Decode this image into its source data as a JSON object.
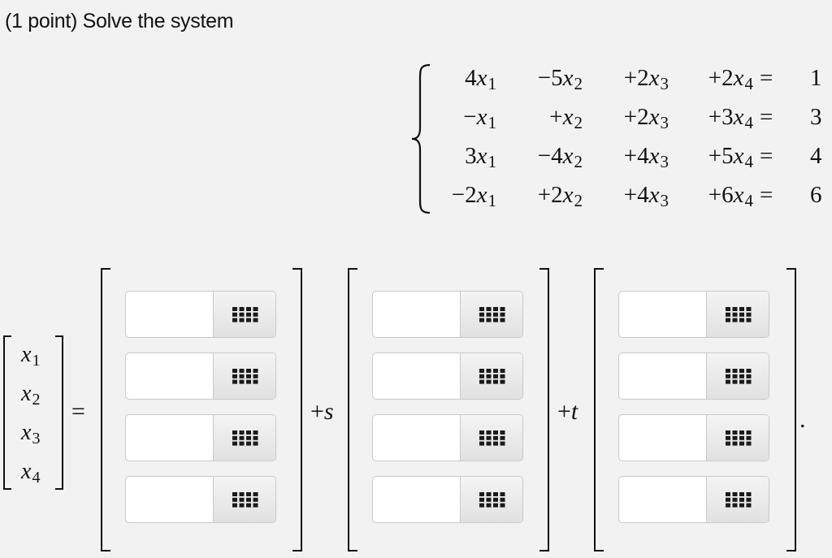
{
  "prompt": "(1 point) Solve the system",
  "system": {
    "rows": [
      [
        {
          "coef": "4",
          "sub": "1"
        },
        {
          "coef": "−5",
          "sub": "2"
        },
        {
          "coef": "+2",
          "sub": "3"
        },
        {
          "coef": "+2",
          "sub": "4"
        },
        "=",
        "1"
      ],
      [
        {
          "coef": "−",
          "sub": "1"
        },
        {
          "coef": "+",
          "sub": "2"
        },
        {
          "coef": "+2",
          "sub": "3"
        },
        {
          "coef": "+3",
          "sub": "4"
        },
        "=",
        "3"
      ],
      [
        {
          "coef": "3",
          "sub": "1"
        },
        {
          "coef": "−4",
          "sub": "2"
        },
        {
          "coef": "+4",
          "sub": "3"
        },
        {
          "coef": "+5",
          "sub": "4"
        },
        "=",
        "4"
      ],
      [
        {
          "coef": "−2",
          "sub": "1"
        },
        {
          "coef": "+2",
          "sub": "2"
        },
        {
          "coef": "+4",
          "sub": "3"
        },
        {
          "coef": "+6",
          "sub": "4"
        },
        "=",
        "6"
      ]
    ],
    "variable": "x"
  },
  "solution": {
    "lhs": [
      {
        "var": "x",
        "sub": "1"
      },
      {
        "var": "x",
        "sub": "2"
      },
      {
        "var": "x",
        "sub": "3"
      },
      {
        "var": "x",
        "sub": "4"
      }
    ],
    "equals": "=",
    "plus": "+",
    "param_s": "s",
    "param_t": "t",
    "period": ".",
    "columns": [
      {
        "name": "particular",
        "fields": [
          {
            "value": ""
          },
          {
            "value": ""
          },
          {
            "value": ""
          },
          {
            "value": ""
          }
        ]
      },
      {
        "name": "s-coefficients",
        "fields": [
          {
            "value": ""
          },
          {
            "value": ""
          },
          {
            "value": ""
          },
          {
            "value": ""
          }
        ]
      },
      {
        "name": "t-coefficients",
        "fields": [
          {
            "value": ""
          },
          {
            "value": ""
          },
          {
            "value": ""
          },
          {
            "value": ""
          }
        ]
      }
    ],
    "palette_icon": "grid-icon"
  }
}
